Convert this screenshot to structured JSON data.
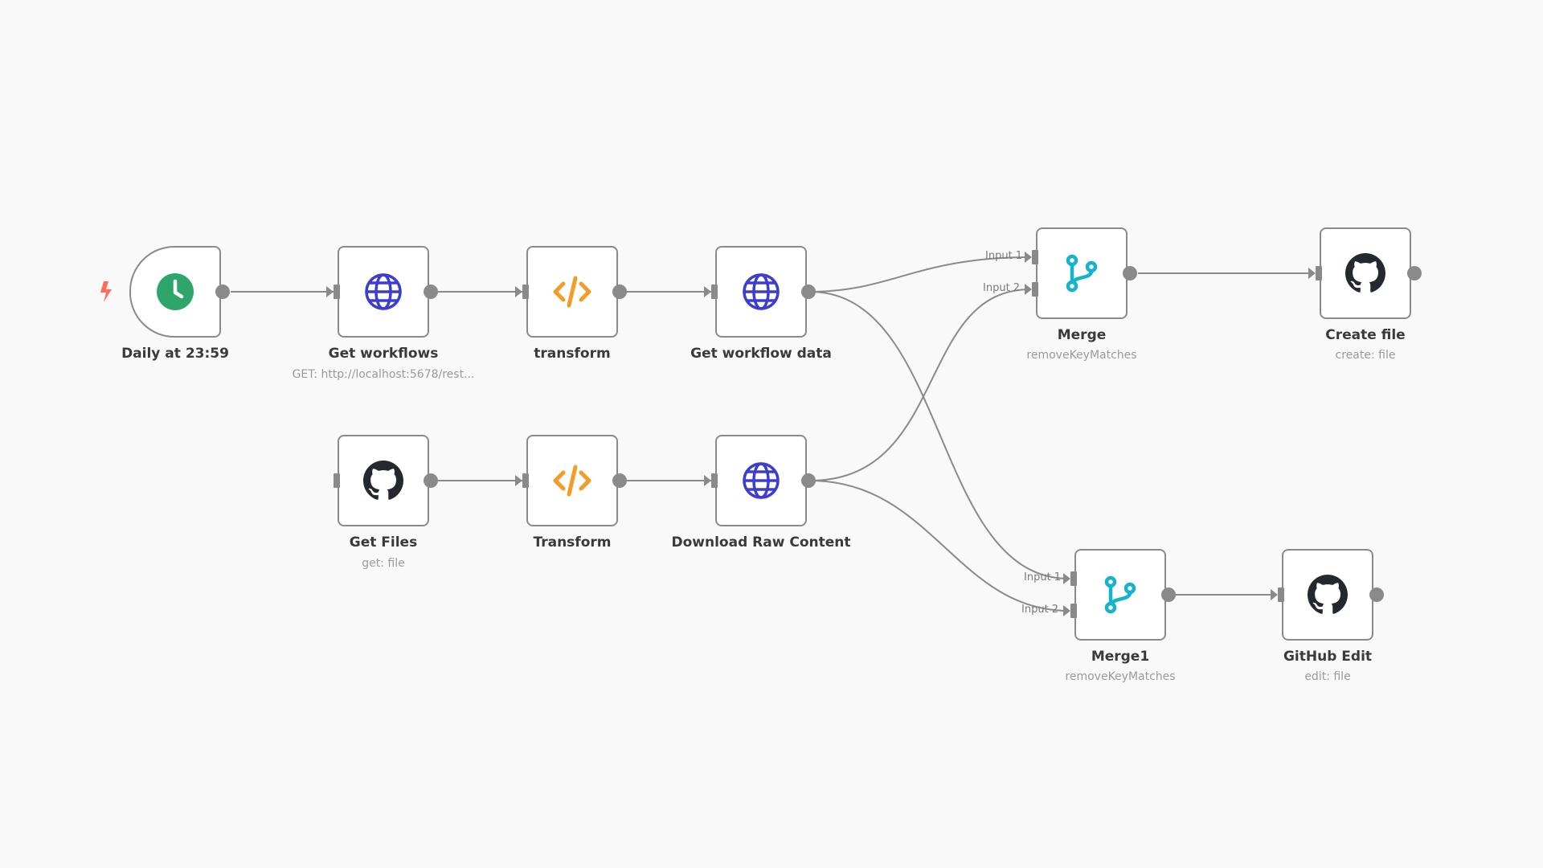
{
  "nodes": {
    "daily": {
      "label": "Daily at 23:59",
      "icon": "clock-icon"
    },
    "get_workflows": {
      "label": "Get workflows",
      "subtitle": "GET: http://localhost:5678/rest...",
      "icon": "globe-icon"
    },
    "transform_lower": {
      "label": "transform",
      "icon": "code-icon"
    },
    "get_workflow_data": {
      "label": "Get workflow data",
      "icon": "globe-icon"
    },
    "get_files": {
      "label": "Get Files",
      "subtitle": "get: file",
      "icon": "github-icon"
    },
    "transform_upper": {
      "label": "Transform",
      "icon": "code-icon"
    },
    "download_raw": {
      "label": "Download Raw Content",
      "icon": "globe-icon"
    },
    "merge": {
      "label": "Merge",
      "subtitle": "removeKeyMatches",
      "icon": "merge-icon",
      "input1": "Input 1",
      "input2": "Input 2"
    },
    "merge1": {
      "label": "Merge1",
      "subtitle": "removeKeyMatches",
      "icon": "merge-icon",
      "input1": "Input 1",
      "input2": "Input 2"
    },
    "create_file": {
      "label": "Create file",
      "subtitle": "create: file",
      "icon": "github-icon"
    },
    "github_edit": {
      "label": "GitHub Edit",
      "subtitle": "edit: file",
      "icon": "github-icon"
    }
  },
  "colors": {
    "canvas": "#f9f9f9",
    "node_border": "#8a8a8a",
    "edge": "#8a8a8a",
    "trigger_bolt": "#ff6d5a",
    "clock_green": "#2ea56b",
    "globe_blue": "#3d3dce",
    "code_orange": "#f39c28",
    "merge_teal": "#16b4cc",
    "github_dark": "#24292f"
  }
}
